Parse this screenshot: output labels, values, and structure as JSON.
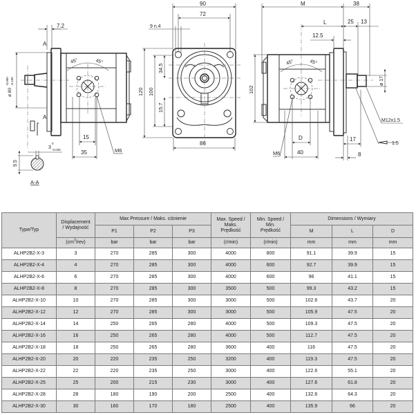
{
  "drawing": {
    "side_view_left": {
      "dim_flange_offset": "7.2",
      "section_marker": "A",
      "shaft_diameter": "ø 80",
      "shaft_tol_upper": "-0.060",
      "shaft_tol_lower": "-0.106",
      "angle_left": "45°",
      "angle_right": "45°",
      "dim_port_inner": "15",
      "dim_port_outer": "35",
      "thread_label": "M6"
    },
    "section_aa": {
      "key_width": "3",
      "key_tol_upper": "0",
      "key_tol_lower": "-0.025",
      "key_height": "9.5",
      "title": "A-A"
    },
    "front_view": {
      "dim_overall_width": "90",
      "dim_hole_spacing": "72",
      "hole_spec": "9 n.4",
      "dim_height_120": "120",
      "dim_height_100": "100",
      "dim_upper": "34.5",
      "dim_lower": "15.7",
      "dim_base_width": "86"
    },
    "side_view_right": {
      "dim_M": "M",
      "dim_38": "38",
      "dim_L": "L",
      "dim_25": "25",
      "dim_13": "13",
      "dim_12_5": "12.5",
      "dim_height": "102",
      "angle_left": "45°",
      "angle_right": "45°",
      "shaft_diameter": "ø 17",
      "thread_nut": "M12x1.5",
      "taper": "1:5",
      "dim_D": "D",
      "dim_40": "40",
      "dim_17": "17",
      "dim_8": "8",
      "thread_label": "M6"
    }
  },
  "table": {
    "headers": {
      "type": "Type/Typ",
      "displacement_l1": "Displacement",
      "displacement_l2": "/ Wydajność",
      "displacement_unit_pre": "(cm",
      "displacement_unit_sup": "3",
      "displacement_unit_post": "/rev)",
      "max_pressure": "Max Pressure / Maks. ciśnienie",
      "p1": "P1",
      "p2": "P2",
      "p3": "P3",
      "p_unit": "bar",
      "max_speed_l1": "Max. Speed /",
      "max_speed_l2": "Maks.",
      "max_speed_l3": "Prędkość",
      "min_speed_l1": "Min. Speed /",
      "min_speed_l2": "Min.",
      "min_speed_l3": "Prędkość",
      "speed_unit": "(r/min)",
      "dimensions": "Dimensions / Wymiary",
      "m": "M",
      "l": "L",
      "d": "D",
      "dim_unit": "mm"
    },
    "rows": [
      [
        "ALHP2B2-X-3",
        "3",
        "270",
        "285",
        "300",
        "4000",
        "800",
        "91.1",
        "39.9",
        "15"
      ],
      [
        "ALHP2B2-X-4",
        "4",
        "270",
        "285",
        "300",
        "4000",
        "600",
        "92.7",
        "39.9",
        "15"
      ],
      [
        "ALHP2B2-X-6",
        "6",
        "270",
        "285",
        "300",
        "4000",
        "600",
        "96",
        "41.1",
        "15"
      ],
      [
        "ALHP2B2-X-8",
        "8",
        "270",
        "285",
        "300",
        "3500",
        "500",
        "99.3",
        "43.2",
        "15"
      ],
      [
        "ALHP2B2-X-10",
        "10",
        "270",
        "285",
        "300",
        "3000",
        "500",
        "102.6",
        "43.7",
        "20"
      ],
      [
        "ALHP2B2-X-12",
        "12",
        "270",
        "285",
        "300",
        "3000",
        "500",
        "105.9",
        "47.5",
        "20"
      ],
      [
        "ALHP2B2-X-14",
        "14",
        "250",
        "265",
        "280",
        "4000",
        "500",
        "109.3",
        "47.5",
        "20"
      ],
      [
        "ALHP2B2-X-16",
        "16",
        "250",
        "265",
        "280",
        "4000",
        "500",
        "112.7",
        "47.5",
        "20"
      ],
      [
        "ALHP2B2-X-18",
        "18",
        "250",
        "265",
        "280",
        "3600",
        "400",
        "116",
        "47.5",
        "20"
      ],
      [
        "ALHP2B2-X-20",
        "20",
        "220",
        "235",
        "250",
        "3200",
        "400",
        "119.3",
        "47.5",
        "20"
      ],
      [
        "ALHP2B2-X-22",
        "22",
        "220",
        "235",
        "250",
        "3000",
        "400",
        "122.6",
        "55.1",
        "20"
      ],
      [
        "ALHP2B2-X-25",
        "25",
        "200",
        "215",
        "230",
        "3000",
        "400",
        "127.6",
        "61.8",
        "20"
      ],
      [
        "ALHP2B2-X-28",
        "28",
        "180",
        "190",
        "200",
        "2500",
        "400",
        "132.6",
        "64.3",
        "20"
      ],
      [
        "ALHP2B2-X-30",
        "30",
        "160",
        "170",
        "180",
        "2500",
        "400",
        "135.9",
        "66",
        "20"
      ]
    ]
  }
}
